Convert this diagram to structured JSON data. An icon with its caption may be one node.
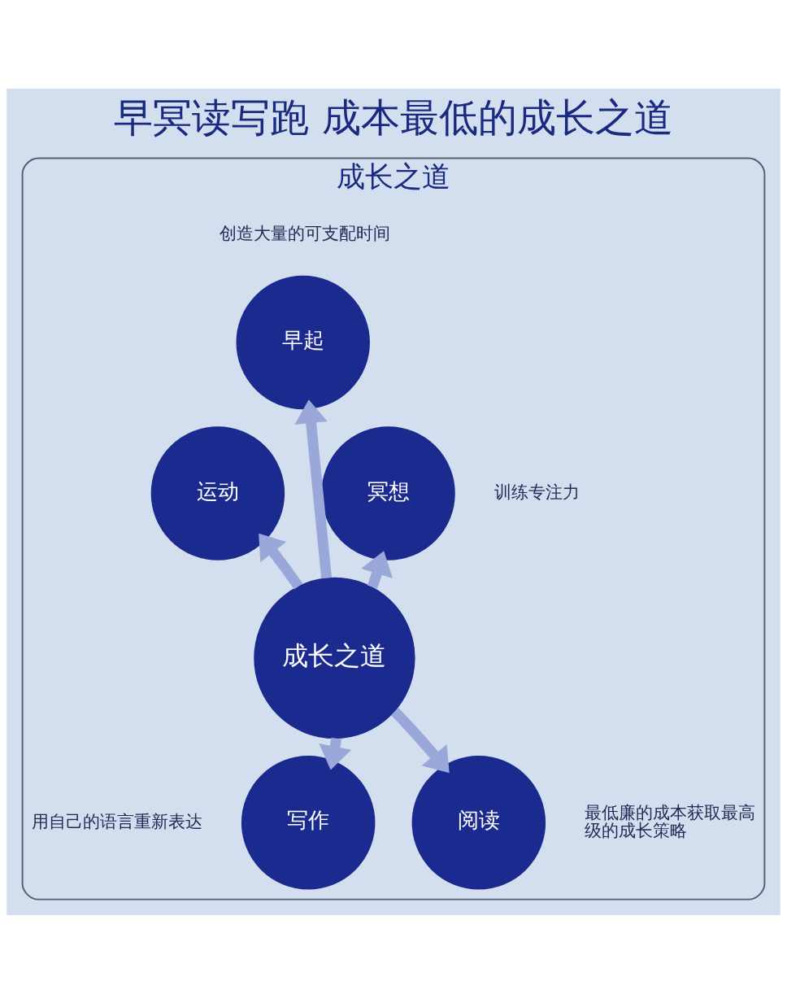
{
  "diagram": {
    "title": "早冥读写跑 成本最低的成长之道",
    "nodes": [
      {
        "text": [
          "成长之道"
        ]
      },
      {
        "text": [
          "早起"
        ],
        "in": 0,
        "beside": [
          "创造大量的可支配时间"
        ]
      },
      {
        "text": [
          "运动"
        ],
        "in": 0
      },
      {
        "text": [
          "冥想"
        ],
        "in": 0,
        "beside": [
          "训练专注力"
        ]
      },
      {
        "text": [
          "成长之道"
        ],
        "in": 0
      },
      {
        "text": [
          "写作"
        ],
        "in": 0,
        "beside": [
          "用自己的语言重新表达"
        ]
      },
      {
        "text": [
          "阅读"
        ],
        "in": 0,
        "beside": [
          "最低廉的成本获取最高级的成长策略"
        ]
      }
    ],
    "edges": [
      {
        "from": 4,
        "to": 1,
        "arrow": "to"
      },
      {
        "from": 4,
        "to": 3,
        "arrow": "to"
      },
      {
        "from": 4,
        "to": 6,
        "arrow": "to"
      },
      {
        "from": 4,
        "to": 5,
        "arrow": "to"
      },
      {
        "from": 4,
        "to": 2,
        "arrow": "to"
      }
    ]
  }
}
